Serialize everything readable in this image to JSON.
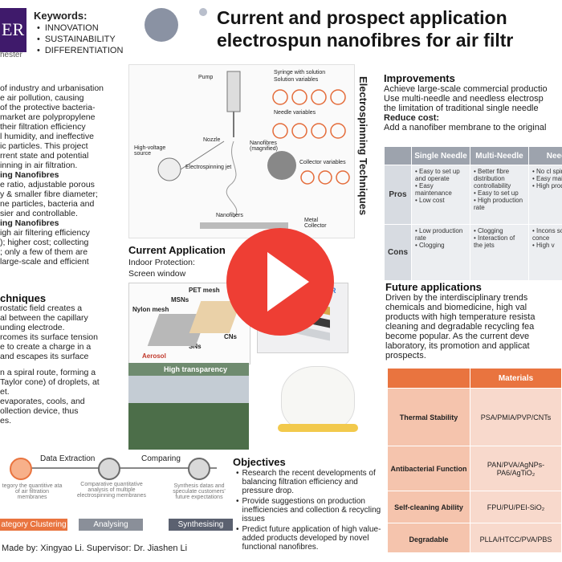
{
  "header": {
    "logo_text": "ER",
    "logo_sub": "hester",
    "title_line1": "Current and prospect application",
    "title_line2": "electrospun nanofibres for air filtr"
  },
  "keywords": {
    "heading": "Keywords:",
    "items": [
      "INNOVATION",
      "SUSTAINABILITY",
      "DIFFERENTIATION"
    ]
  },
  "intro": {
    "lines": [
      "of industry and urbanisation",
      "e air pollution, causing",
      "of the protective bacteria-",
      "market are polypropylene",
      "their filtration efficiency",
      "l humidity, and ineffective",
      "ic particles. This project",
      "rrent state and potential",
      "inning in air filtration."
    ],
    "sub1_heading": "ing Nanofibres",
    "sub1_lines": [
      "e ratio, adjustable porous",
      "y & smaller fibre diameter;",
      "ne particles, bacteria and",
      "sier and controllable."
    ],
    "sub2_heading": "ing Nanofibres",
    "sub2_lines": [
      "igh air filtering efficiency",
      "); higher cost; collecting",
      "; only a few of them are",
      "large-scale and efficient"
    ]
  },
  "techniques": {
    "heading": "chniques",
    "lines": [
      "rostatic field creates a",
      "al between the capillary",
      "unding electrode.",
      "rcomes its surface tension",
      "e to create a charge in a",
      "and escapes its surface",
      "",
      "n a spiral route, forming a",
      "Taylor cone) of droplets, at",
      "et.",
      "evaporates, cools, and",
      "ollection device, thus",
      "es."
    ]
  },
  "diagram": {
    "pump": "Pump",
    "syringe": "Syringe with solution",
    "solution_variables": "Solution variables",
    "needle_variables": "Needle variables",
    "nozzle": "Nozzle",
    "high_voltage": "High-voltage source",
    "jet": "Electrospinning jet",
    "nanofibres_mag": "Nanofibres (magnified)",
    "collector_variables": "Collector variables",
    "nanofibers": "Nanofibers",
    "metal_collector": "Metal Collector",
    "side_title": "Electrospinning Techniques"
  },
  "current_app": {
    "heading": "Current Application",
    "indoor": "Indoor Protection:",
    "screen": "Screen window",
    "right_fragment": "ion",
    "labels": {
      "pet": "PET mesh",
      "msns": "MSNs",
      "nylon": "Nylon mesh",
      "cns": "CNs",
      "sns": "SNs",
      "aerosol": "Aerosol",
      "high_transparency": "High transparency",
      "air": "AIR"
    }
  },
  "process": {
    "steps": [
      {
        "top": "",
        "desc": "tegory the quantitive ata of air filtration membranes",
        "label": "ategory Clustering"
      },
      {
        "top": "Data Extraction",
        "desc": "Comparative quantitative analysis of multiple electrospinning membranes",
        "label": "Analysing"
      },
      {
        "top": "Comparing",
        "desc": "Synthesis datas and speculate customers' future expectations",
        "label": "Synthesising"
      }
    ],
    "credit": "Made by: Xingyao Li.   Supervisor: Dr. Jiashen Li"
  },
  "objectives": {
    "heading": "Objectives",
    "items": [
      "Research the recent developments of balancing filtration efficiency and pressure drop.",
      "Provide suggestions on production inefficiencies and collection & recycling issues",
      "Predict future application of high value-added products developed by novel functional nanofibres."
    ]
  },
  "improvements": {
    "heading": "Improvements",
    "line1": "Achieve large-scale commercial productio",
    "line2": "Use multi-needle and needless electrosp",
    "line3": "the limitation of traditional single needle",
    "reduce_heading": "Reduce cost:",
    "line4": "Add a nanofiber membrane to the original"
  },
  "comparison": {
    "headers": [
      "",
      "Single Needle",
      "Multi-Needle",
      "Need"
    ],
    "rows": [
      {
        "label": "Pros",
        "cells": [
          [
            "Easy to set up and operate",
            "Easy maintenance",
            "Low cost"
          ],
          [
            "Better fibre distribution controllability",
            "Easy to set up",
            "High production rate"
          ],
          [
            "No cl spinn",
            "Easy mainte",
            "High produ"
          ]
        ]
      },
      {
        "label": "Cons",
        "cells": [
          [
            "Low production rate",
            "Clogging"
          ],
          [
            "Clogging",
            "Interaction of the jets"
          ],
          [
            "Incons soluti conce",
            "High v"
          ]
        ]
      }
    ]
  },
  "future": {
    "heading": "Future applications",
    "lines": [
      "Driven by the interdisciplinary trends",
      "chemicals and biomedicine, high val",
      "products with high temperature resista",
      "cleaning and degradable recycling fea",
      "become popular. As the current deve",
      "laboratory, its promotion and applicat",
      "prospects."
    ]
  },
  "materials": {
    "headers": [
      "",
      "Materials"
    ],
    "rows": [
      {
        "label": "Thermal Stability",
        "value": "PSA/PMIA/PVP/CNTs"
      },
      {
        "label": "Antibacterial Function",
        "value": "PAN/PVA/AgNPs-PA6/AgTiO₂"
      },
      {
        "label": "Self-cleaning Ability",
        "value": "FPU/PU/PEI-SiO₂"
      },
      {
        "label": "Degradable",
        "value": "PLLA/HTCC/PVA/PBS"
      }
    ]
  },
  "video": {
    "play_icon": "play-icon",
    "color": "#ee3e34"
  }
}
